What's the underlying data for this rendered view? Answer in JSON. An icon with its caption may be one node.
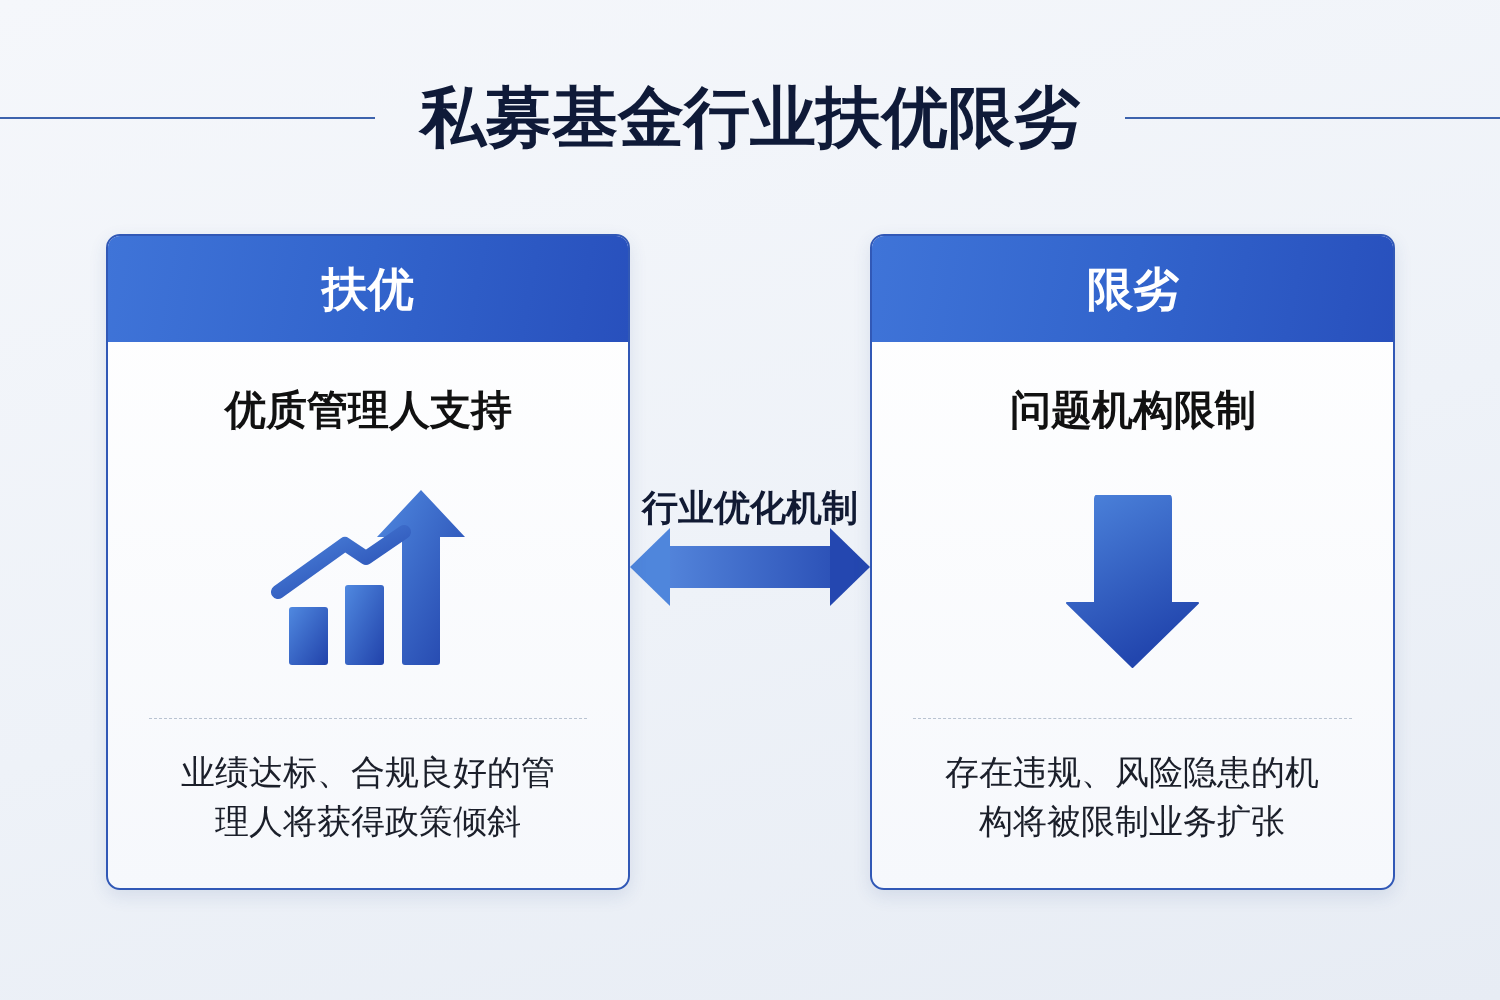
{
  "diagram": {
    "title": "私募基金行业扶优限劣",
    "nodes": [
      {
        "text": [
          "扶优",
          "优质管理人支持",
          "业绩达标、合规良好的管理人将获得政策倾斜"
        ]
      },
      {
        "text": [
          "限劣",
          "问题机构限制",
          "存在违规、风险隐患的机构将被限制业务扩张"
        ]
      }
    ],
    "edges": [
      {
        "from": 0,
        "to": 1,
        "arrow": "both",
        "label": "行业优化机制"
      }
    ]
  }
}
